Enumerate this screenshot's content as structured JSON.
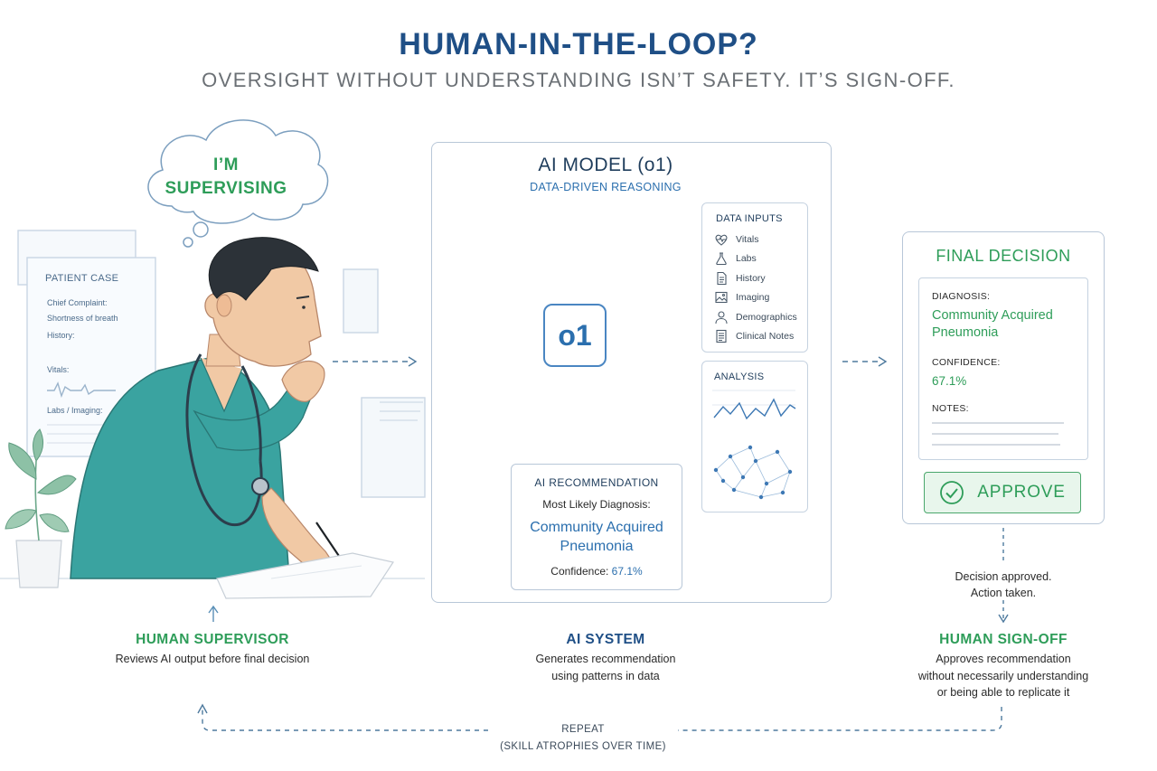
{
  "header": {
    "title": "HUMAN-IN-THE-LOOP?",
    "subtitle": "OVERSIGHT WITHOUT UNDERSTANDING ISN’T SAFETY. IT’S SIGN-OFF."
  },
  "thought_bubble": {
    "line1": "I’M",
    "line2": "SUPERVISING"
  },
  "patient_case": {
    "title": "PATIENT CASE",
    "chief_complaint_label": "Chief Complaint:",
    "chief_complaint_value": "Shortness of breath",
    "history_label": "History:",
    "vitals_label": "Vitals:",
    "labs_label": "Labs / Imaging:"
  },
  "ai_model": {
    "title": "AI MODEL (o1)",
    "subtitle": "DATA-DRIVEN REASONING",
    "badge": "o1",
    "inputs_title": "DATA INPUTS",
    "inputs": [
      {
        "label": "Vitals",
        "icon": "heart-pulse-icon"
      },
      {
        "label": "Labs",
        "icon": "flask-icon"
      },
      {
        "label": "History",
        "icon": "document-icon"
      },
      {
        "label": "Imaging",
        "icon": "image-icon"
      },
      {
        "label": "Demographics",
        "icon": "person-icon"
      },
      {
        "label": "Clinical Notes",
        "icon": "notes-icon"
      }
    ],
    "analysis_title": "ANALYSIS",
    "recommendation": {
      "title": "AI RECOMMENDATION",
      "label": "Most Likely Diagnosis:",
      "dx_line1": "Community Acquired",
      "dx_line2": "Pneumonia",
      "confidence_label": "Confidence:",
      "confidence_value": "67.1%"
    }
  },
  "final_decision": {
    "title": "FINAL DECISION",
    "diagnosis_label": "DIAGNOSIS:",
    "diagnosis_line1": "Community Acquired",
    "diagnosis_line2": "Pneumonia",
    "confidence_label": "CONFIDENCE:",
    "confidence_value": "67.1%",
    "notes_label": "NOTES:",
    "approve_label": "APPROVE",
    "note_line1": "Decision approved.",
    "note_line2": "Action taken."
  },
  "captions": {
    "human": {
      "title": "HUMAN SUPERVISOR",
      "desc": "Reviews AI output before final decision"
    },
    "ai": {
      "title": "AI SYSTEM",
      "desc1": "Generates recommendation",
      "desc2": "using patterns in data"
    },
    "signoff": {
      "title": "HUMAN SIGN-OFF",
      "desc1": "Approves recommendation",
      "desc2": "without necessarily understanding",
      "desc3": "or being able to replicate it"
    }
  },
  "loop": {
    "line1": "REPEAT",
    "line2": "(SKILL ATROPHIES OVER TIME)"
  },
  "colors": {
    "accent_blue": "#1f4f86",
    "accent_green": "#2e9d59",
    "link_blue": "#2b6fae",
    "scrubs": "#3aa3a0"
  }
}
